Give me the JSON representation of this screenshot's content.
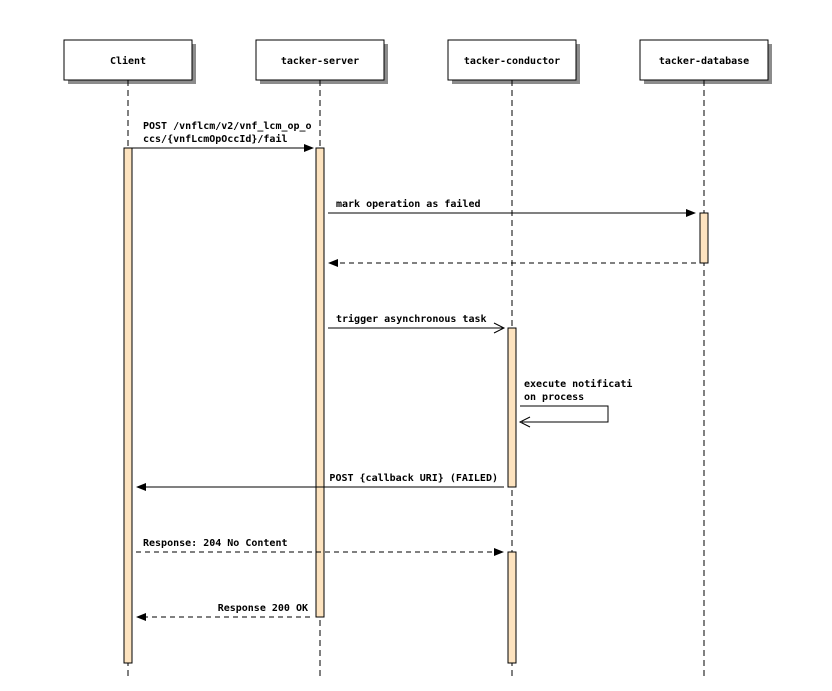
{
  "colors": {
    "activation": "#fde3bf",
    "stroke": "#000000",
    "background": "#ffffff"
  },
  "actors": [
    {
      "id": "client",
      "label": "Client"
    },
    {
      "id": "server",
      "label": "tacker-server"
    },
    {
      "id": "conductor",
      "label": "tacker-conductor"
    },
    {
      "id": "database",
      "label": "tacker-database"
    }
  ],
  "messages": [
    {
      "id": "post-fail",
      "from": "client",
      "to": "server",
      "lines": [
        "POST /vnflcm/v2/vnf_lcm_op_o",
        "ccs/{vnfLcmOpOccId}/fail"
      ],
      "style": "solid",
      "head": "filled"
    },
    {
      "id": "mark-failed",
      "from": "server",
      "to": "database",
      "lines": [
        "mark operation as failed"
      ],
      "style": "solid",
      "head": "filled"
    },
    {
      "id": "db-return",
      "from": "database",
      "to": "server",
      "lines": [],
      "style": "dashed",
      "head": "filled"
    },
    {
      "id": "trigger-async",
      "from": "server",
      "to": "conductor",
      "lines": [
        "trigger asynchronous task"
      ],
      "style": "solid",
      "head": "open"
    },
    {
      "id": "execute-notification",
      "from": "conductor",
      "to": "conductor",
      "lines": [
        "execute notificati",
        "on process"
      ],
      "style": "solid",
      "head": "open"
    },
    {
      "id": "post-callback",
      "from": "conductor",
      "to": "client",
      "lines": [
        "POST {callback URI} (FAILED)"
      ],
      "style": "solid",
      "head": "filled"
    },
    {
      "id": "response-204",
      "from": "client",
      "to": "conductor",
      "lines": [
        "Response: 204 No Content"
      ],
      "style": "dashed",
      "head": "filled"
    },
    {
      "id": "response-200",
      "from": "server",
      "to": "client",
      "lines": [
        "Response 200 OK"
      ],
      "style": "dashed",
      "head": "filled"
    }
  ]
}
